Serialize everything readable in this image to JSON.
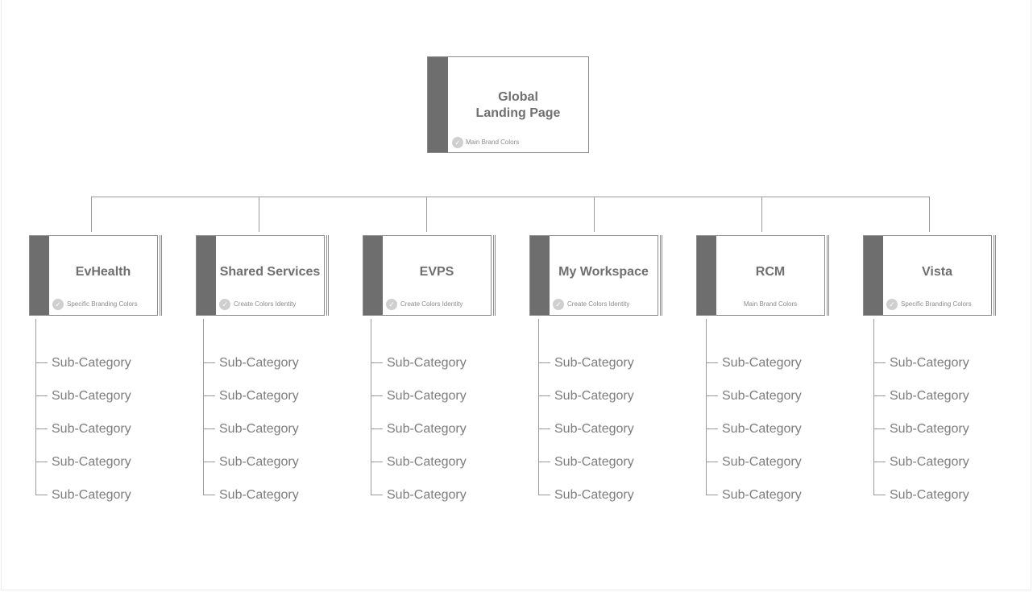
{
  "root": {
    "title_line1": "Global",
    "title_line2": "Landing Page",
    "tag": "Main Brand Colors"
  },
  "branches": [
    {
      "title": "EvHealth",
      "tag": "Specific Branding Colors",
      "has_check": true,
      "subcategories": [
        "Sub-Category",
        "Sub-Category",
        "Sub-Category",
        "Sub-Category",
        "Sub-Category"
      ]
    },
    {
      "title": "Shared Services",
      "tag": "Create Colors Identity",
      "has_check": true,
      "subcategories": [
        "Sub-Category",
        "Sub-Category",
        "Sub-Category",
        "Sub-Category",
        "Sub-Category"
      ]
    },
    {
      "title": "EVPS",
      "tag": "Create Colors Identity",
      "has_check": true,
      "subcategories": [
        "Sub-Category",
        "Sub-Category",
        "Sub-Category",
        "Sub-Category",
        "Sub-Category"
      ]
    },
    {
      "title": "My Workspace",
      "tag": "Create Colors Identity",
      "has_check": true,
      "subcategories": [
        "Sub-Category",
        "Sub-Category",
        "Sub-Category",
        "Sub-Category",
        "Sub-Category"
      ]
    },
    {
      "title": "RCM",
      "tag": "Main Brand Colors",
      "has_check": false,
      "subcategories": [
        "Sub-Category",
        "Sub-Category",
        "Sub-Category",
        "Sub-Category",
        "Sub-Category"
      ]
    },
    {
      "title": "Vista",
      "tag": "Specific Branding Colors",
      "has_check": true,
      "subcategories": [
        "Sub-Category",
        "Sub-Category",
        "Sub-Category",
        "Sub-Category",
        "Sub-Category"
      ]
    }
  ],
  "colors": {
    "stripe": "#6e6e6e",
    "border": "#8c8c8c",
    "text": "#6f6f6f",
    "connector": "#9a9a9a"
  },
  "icons": {
    "check": "check-circle-icon"
  }
}
